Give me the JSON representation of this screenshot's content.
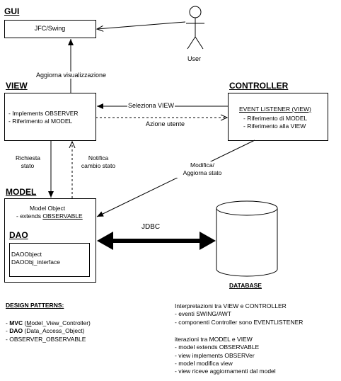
{
  "gui": {
    "title": "GUI",
    "box_label": "JFC/Swing"
  },
  "user": {
    "label": "User"
  },
  "arrows": {
    "aggiorna_visualizzazione": "Aggiorna visualizzazione",
    "seleziona_view": "Seleziona VIEW",
    "azione_utente": "Azione utente",
    "richiesta_stato": [
      "Richiesta",
      "stato"
    ],
    "notifica_cambio_stato": [
      "Notifica",
      "cambio stato"
    ],
    "modifica_aggiorna_stato": [
      "Modifica/",
      "Aggiorna stato"
    ],
    "jdbc": "JDBC"
  },
  "view": {
    "title": "VIEW",
    "lines": [
      "- Implements OBSERVER",
      "- Riferimento al MODEL"
    ]
  },
  "controller": {
    "title": "CONTROLLER",
    "event_listener": "EVENT LISTENER (VIEW)",
    "lines": [
      "- Riferimento di MODEL",
      "- Riferimento alla VIEW"
    ]
  },
  "model": {
    "title": "MODEL",
    "object_label": "Model Object",
    "extends_prefix": "- extends ",
    "extends_name": "OBSERVABLE"
  },
  "dao": {
    "title": "DAO",
    "items": [
      "DAOObject",
      "DAOObj_interface"
    ]
  },
  "database": {
    "label": "DATABASE"
  },
  "design_patterns": {
    "title": "DESIGN PATTERNS:",
    "items": [
      {
        "bold": "MVC",
        "open": " (",
        "underlined": "M",
        "rest": "odel_View_Controller)"
      },
      {
        "bold": "DAO",
        "open": " (Data_Access_Object)",
        "underlined": "",
        "rest": ""
      },
      {
        "bold": "",
        "open": "OBSERVER_OBSERVABLE",
        "underlined": "",
        "rest": ""
      }
    ]
  },
  "notes": {
    "interpretazioni": [
      "Interpretazioni tra VIEW e CONTROLLER",
      "- eventi SWING/AWT",
      "- componenti Controller sono EVENTLISTENER"
    ],
    "iterazioni": [
      "iterazioni tra MODEL e VIEW",
      "- model extends OBSERVABLE",
      "- view implements OBSERVer",
      "- model modifica view",
      "- view riceve aggiornamenti dal model"
    ]
  }
}
